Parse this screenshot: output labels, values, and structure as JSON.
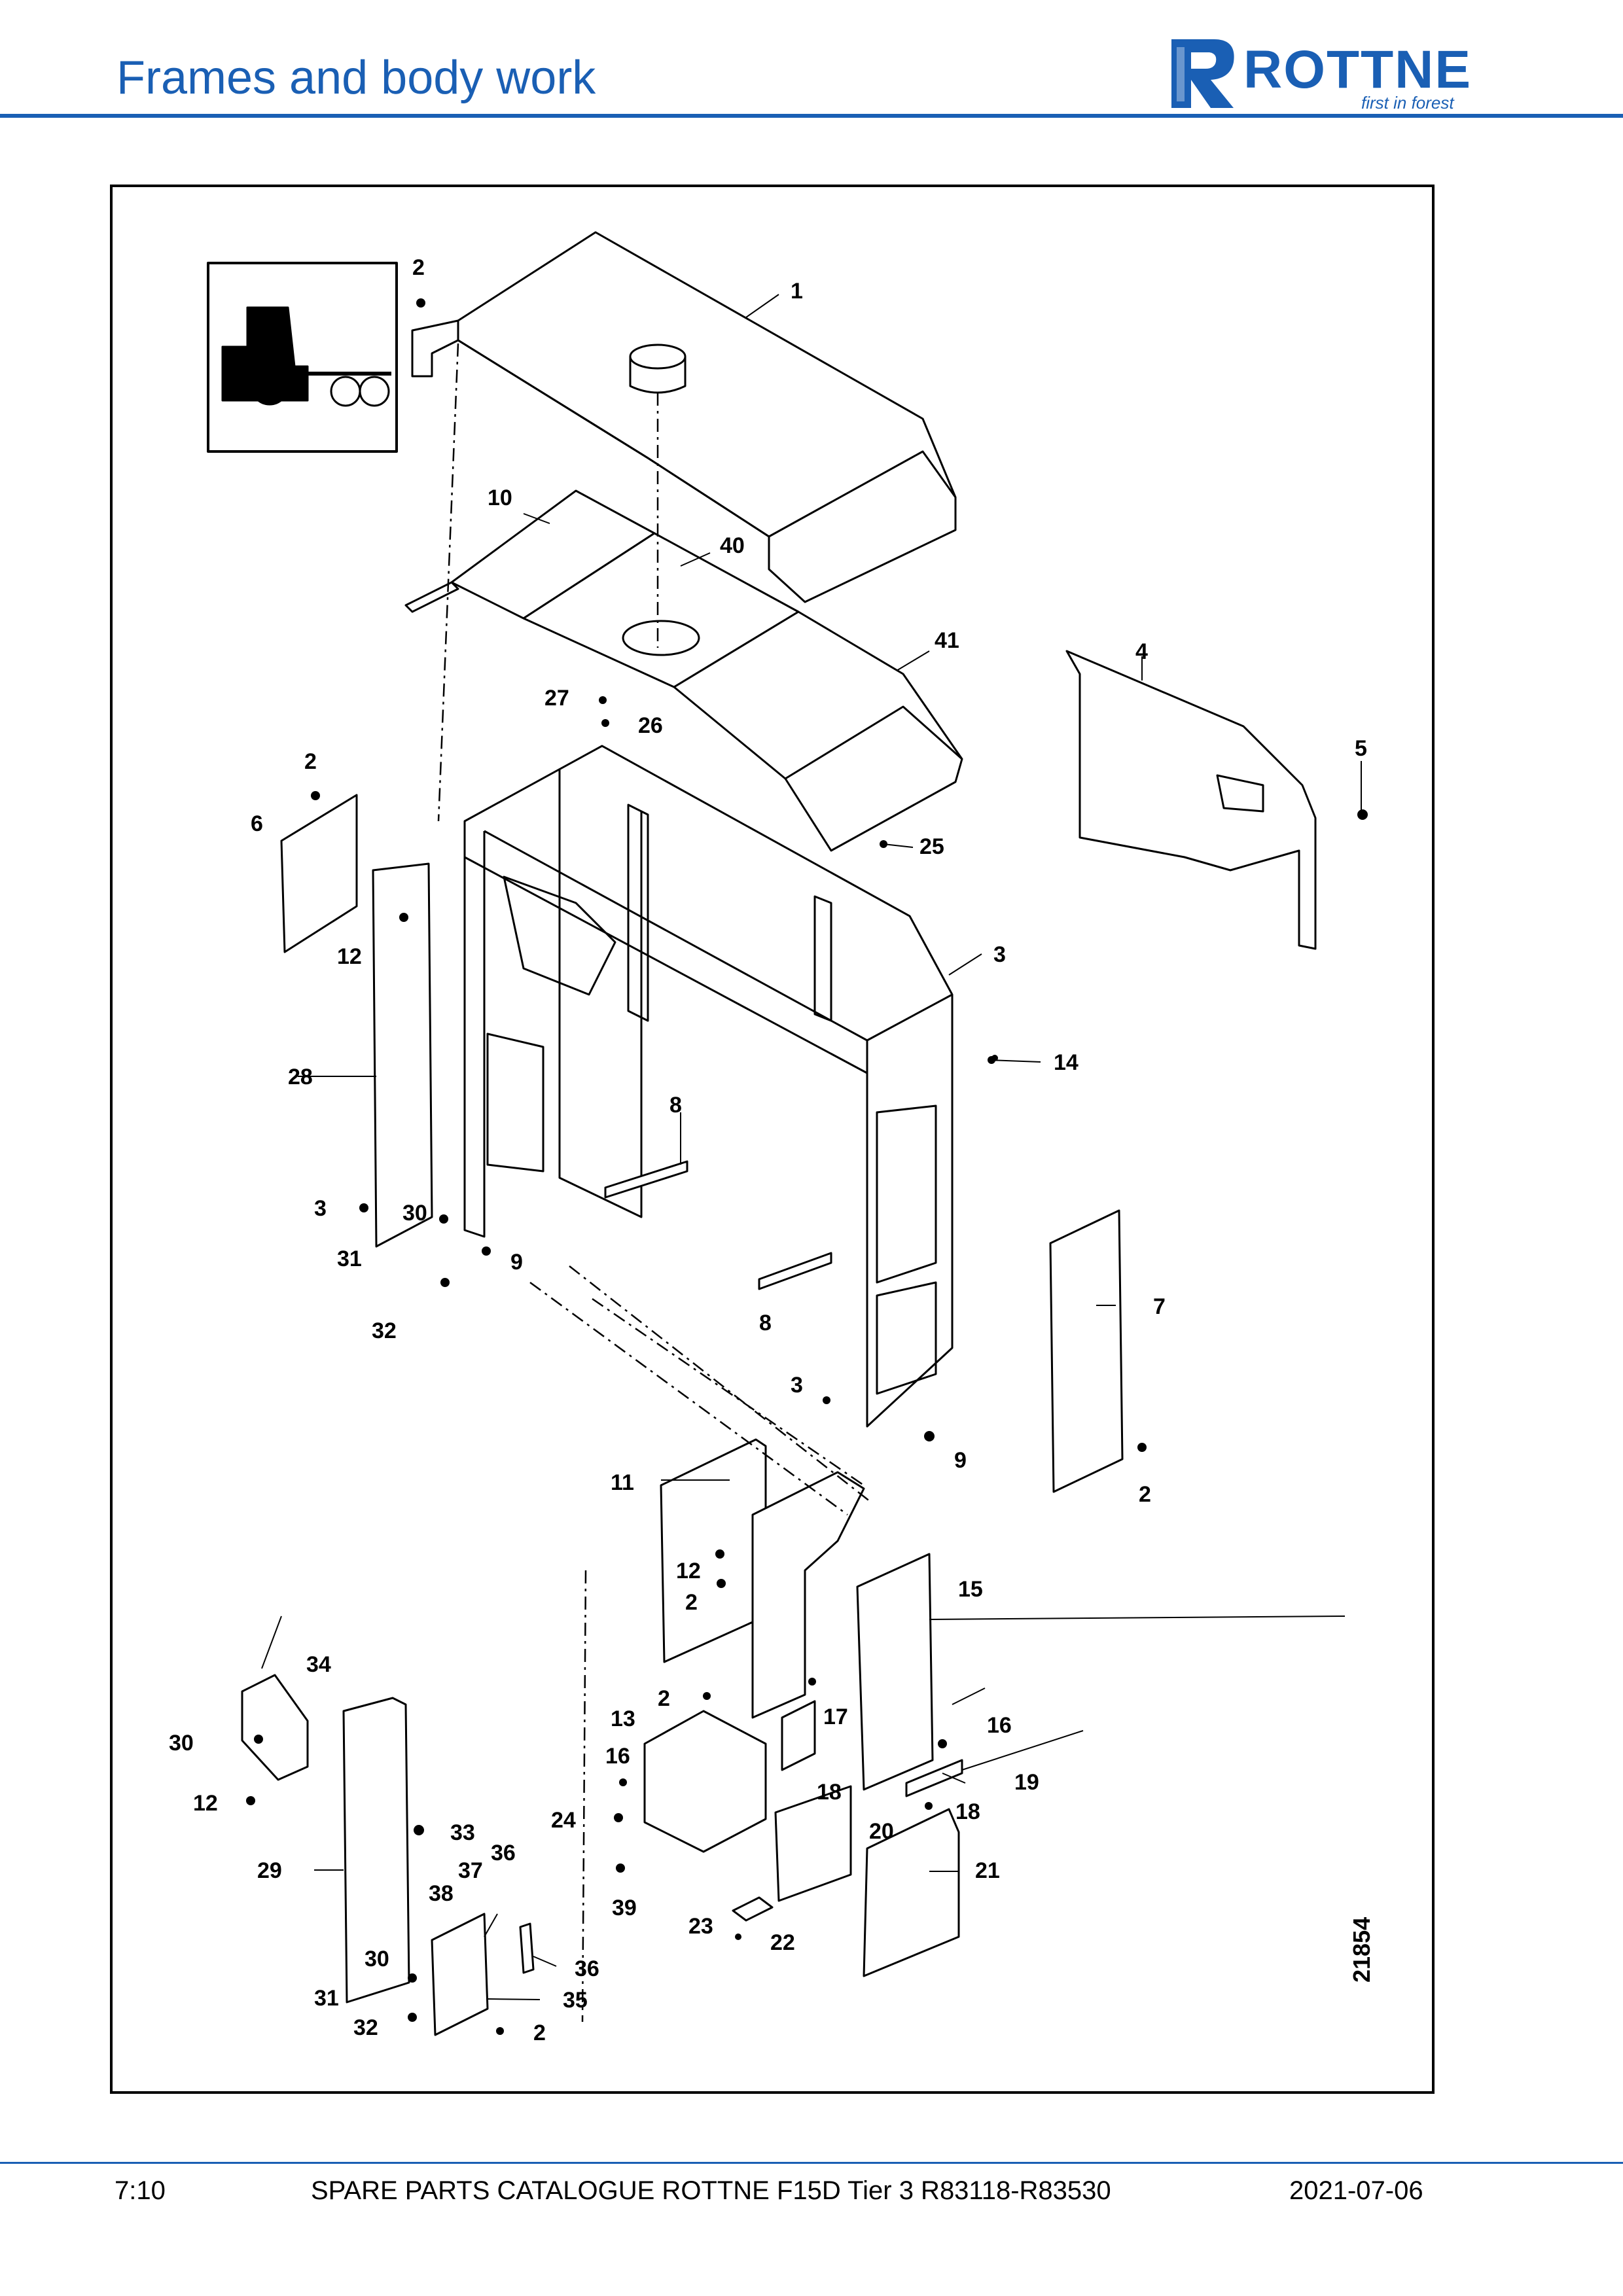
{
  "header": {
    "title": "Frames and body work",
    "logo_text": "ROTTNE",
    "logo_tagline": "first in forest"
  },
  "colors": {
    "brand_blue": "#1a5fb4"
  },
  "drawing": {
    "number": "21854",
    "callouts": {
      "c1": "1",
      "c2a": "2",
      "c2b": "2",
      "c2c": "2",
      "c2d": "2",
      "c2e": "2",
      "c2f": "2",
      "c3a": "3",
      "c3b": "3",
      "c3c": "3",
      "c4": "4",
      "c5": "5",
      "c6": "6",
      "c7": "7",
      "c8a": "8",
      "c8b": "8",
      "c9a": "9",
      "c9b": "9",
      "c10": "10",
      "c11": "11",
      "c12a": "12",
      "c12b": "12",
      "c12c": "12",
      "c13": "13",
      "c14": "14",
      "c15": "15",
      "c16a": "16",
      "c16b": "16",
      "c17": "17",
      "c18a": "18",
      "c18b": "18",
      "c19": "19",
      "c20": "20",
      "c21": "21",
      "c22": "22",
      "c23": "23",
      "c24": "24",
      "c25": "25",
      "c26": "26",
      "c27": "27",
      "c28": "28",
      "c29": "29",
      "c30a": "30",
      "c30b": "30",
      "c30c": "30",
      "c31a": "31",
      "c31b": "31",
      "c32a": "32",
      "c32b": "32",
      "c33": "33",
      "c34": "34",
      "c35": "35",
      "c36a": "36",
      "c36b": "36",
      "c37": "37",
      "c38": "38",
      "c39": "39",
      "c40": "40",
      "c41": "41"
    }
  },
  "footer": {
    "page": "7:10",
    "title": "SPARE PARTS CATALOGUE ROTTNE F15D Tier 3 R83118-R83530",
    "date": "2021-07-06"
  }
}
